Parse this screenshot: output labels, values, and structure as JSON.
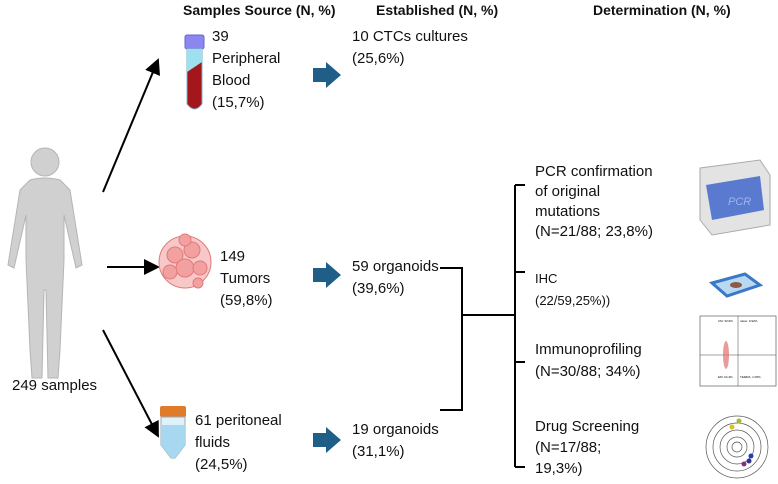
{
  "headers": {
    "source": "Samples Source (N, %)",
    "established": "Established (N, %)",
    "determination": "Determination (N, %)"
  },
  "total": "249 samples",
  "sources": [
    {
      "label": "39\nPeripheral\nBlood\n(15,7%)",
      "icon": "blood-tube-icon"
    },
    {
      "label": "149\nTumors\n(59,8%)",
      "icon": "tumor-icon"
    },
    {
      "label": "61 peritoneal\nfluids\n(24,5%)",
      "icon": "falcon-tube-icon"
    }
  ],
  "established": [
    "10 CTCs cultures\n(25,6%)",
    "59 organoids\n(39,6%)",
    "19 organoids\n(31,1%)"
  ],
  "determination": [
    {
      "label": "PCR confirmation\nof original\nmutations\n(N=21/88;  23,8%)",
      "icon": "pcr-machine-icon"
    },
    {
      "label": "IHC\n(22/59,25%))",
      "icon": "microscope-slide-icon"
    },
    {
      "label": "Immunoprofiling\n(N=30/88; 34%)",
      "icon": "flow-cytometry-plot-icon"
    },
    {
      "label": "Drug Screening\n(N=17/88;\n19,3%)",
      "icon": "drug-screening-radar-icon"
    }
  ],
  "image_lettering": {
    "pcr": "PCR",
    "flow": [
      "CM: 33.6%",
      "naive: 0.92%",
      "EM: 64.4%",
      "TEMRA: 1.05%"
    ]
  },
  "colors": {
    "arrow_blue": "#1f5f87",
    "blood": "#a3161c",
    "cap": "#8a87f0",
    "tube_cap_orange": "#e07b2a"
  }
}
